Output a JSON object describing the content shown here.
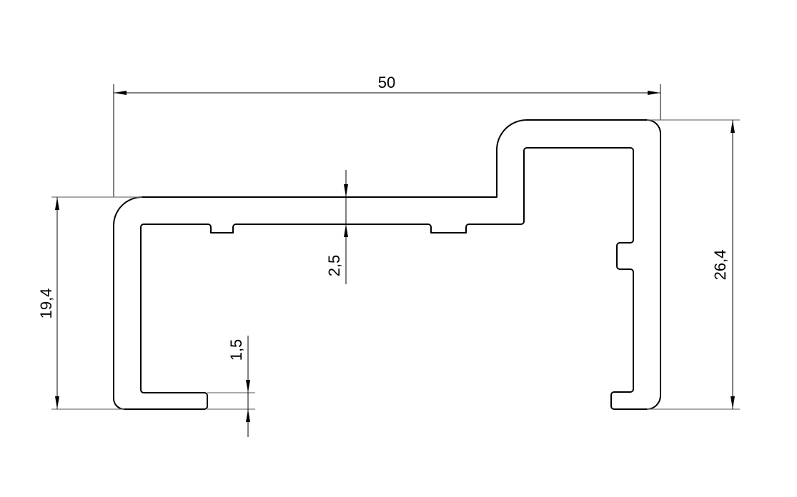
{
  "drawing": {
    "dimensions": {
      "overall_width": "50",
      "overall_height": "26,4",
      "left_height": "19,4",
      "wall_thickness_top": "2,5",
      "wall_thickness_bottom": "1,5"
    }
  }
}
